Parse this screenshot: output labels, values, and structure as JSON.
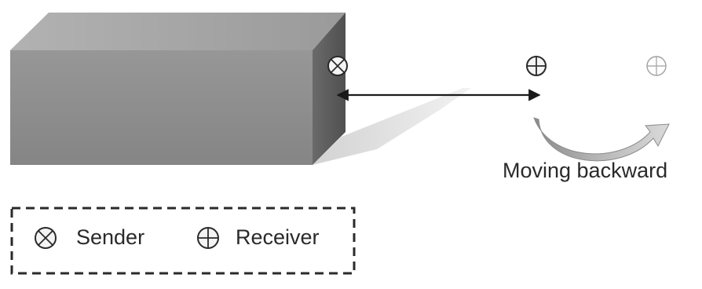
{
  "diagram": {
    "motion_label": "Moving backward",
    "legend": {
      "sender_label": "Sender",
      "receiver_label": "Receiver"
    },
    "icons": {
      "sender": "circle-x-icon",
      "receiver": "circle-plus-icon",
      "motion": "curved-arrow-icon"
    },
    "colors": {
      "box_front": "#8e8e8e",
      "box_top": "#a6a6a6",
      "box_side": "#5c5c5c",
      "shadow": "#dcdcdc",
      "ink": "#2a2a2a"
    }
  }
}
